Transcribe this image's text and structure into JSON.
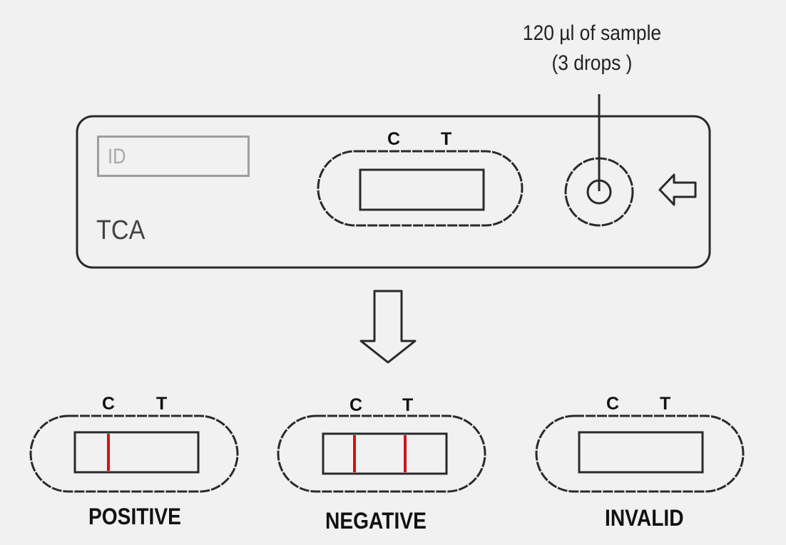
{
  "sample_instruction": {
    "line1": "120 µl of sample",
    "line2": "(3 drops )"
  },
  "cassette": {
    "id_label": "ID",
    "name": "TCA",
    "window_labels": {
      "control": "C",
      "test": "T"
    }
  },
  "results": [
    {
      "label": "POSITIVE",
      "control_line": true,
      "test_line": false,
      "control": "C",
      "test": "T"
    },
    {
      "label": "NEGATIVE",
      "control_line": true,
      "test_line": true,
      "control": "C",
      "test": "T"
    },
    {
      "label": "INVALID",
      "control_line": false,
      "test_line": false,
      "control": "C",
      "test": "T"
    }
  ],
  "colors": {
    "line_red": "#d0121b",
    "outline": "#2a2a2a",
    "background": "#f1f1f1"
  }
}
